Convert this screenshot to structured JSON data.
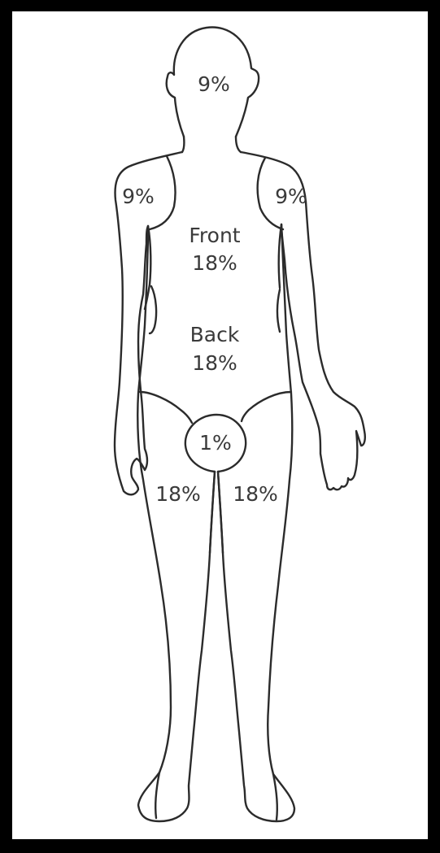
{
  "labels": {
    "head": "9%",
    "left_arm": "9%",
    "right_arm": "9%",
    "front_word": "Front",
    "front_value": "18%",
    "back_word": "Back",
    "back_value": "18%",
    "genital": "1%",
    "left_leg": "18%",
    "right_leg": "18%"
  },
  "colors": {
    "frame": "#000000",
    "outline": "#2b2b2b",
    "text": "#3a3a3a"
  }
}
